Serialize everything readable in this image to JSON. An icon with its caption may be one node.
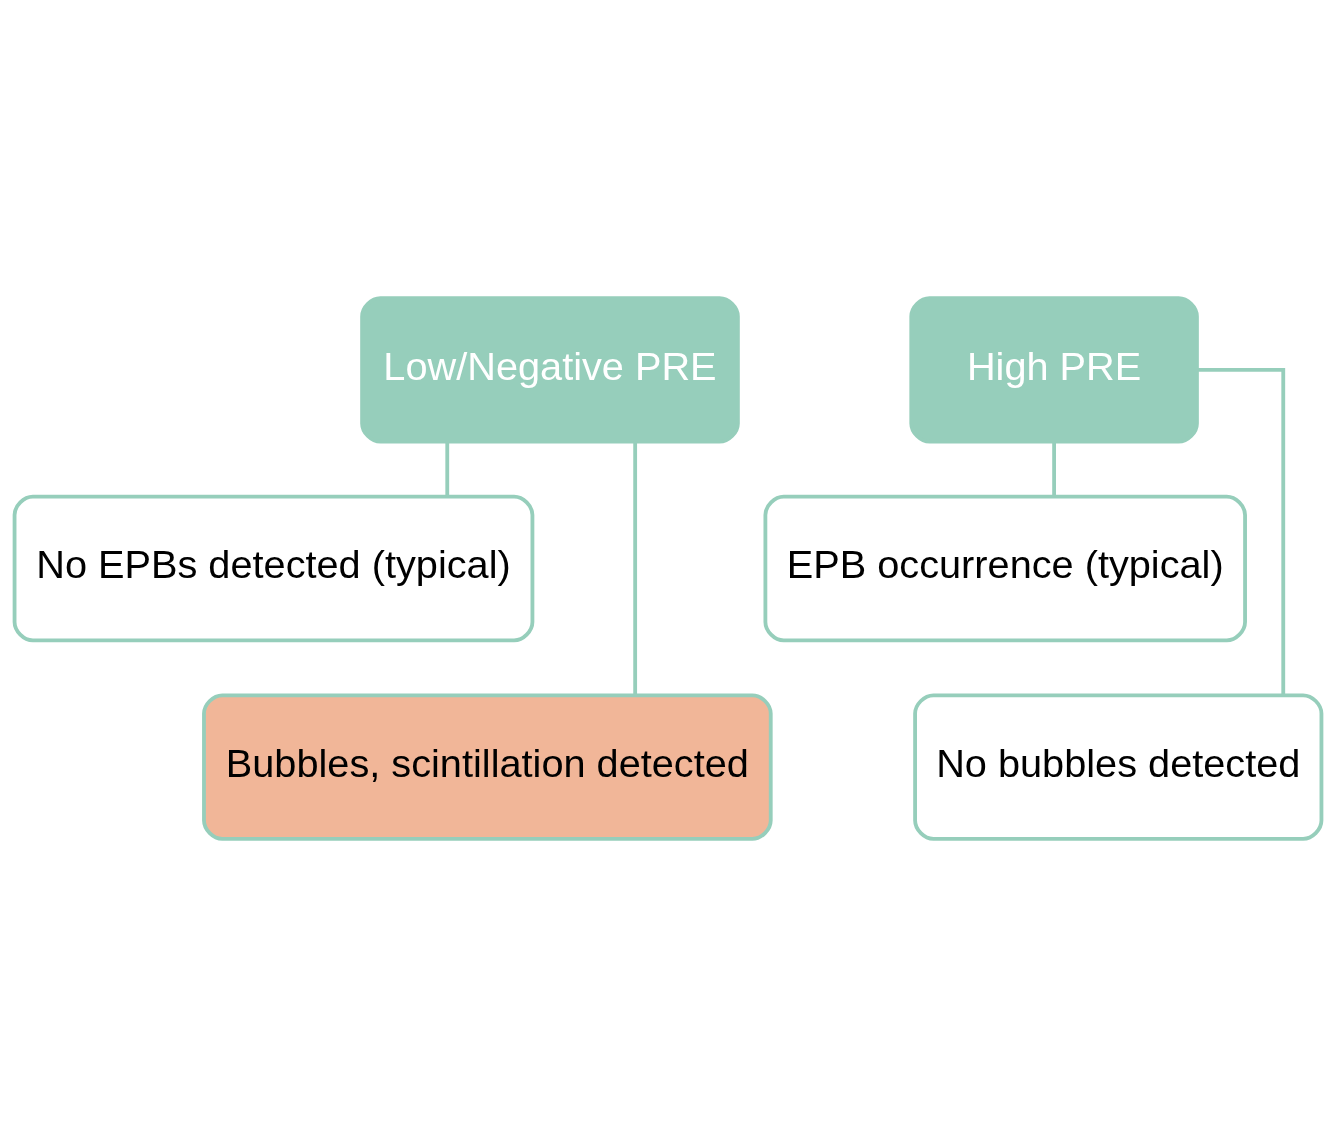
{
  "diagram": {
    "nodes": [
      {
        "text": [
          "Low/Negative PRE"
        ]
      },
      {
        "text": [
          "No EPBs detected (typical)"
        ]
      },
      {
        "text": [
          "Bubbles, scintillation detected"
        ]
      },
      {
        "text": [
          "High PRE"
        ]
      },
      {
        "text": [
          "EPB occurrence (typical)"
        ]
      },
      {
        "text": [
          "No bubbles detected"
        ]
      }
    ],
    "edges": [
      {
        "from": 0,
        "to": 1,
        "arrow": "none"
      },
      {
        "from": 0,
        "to": 2,
        "arrow": "none"
      },
      {
        "from": 3,
        "to": 4,
        "arrow": "none"
      },
      {
        "from": 3,
        "to": 5,
        "arrow": "none"
      }
    ]
  }
}
